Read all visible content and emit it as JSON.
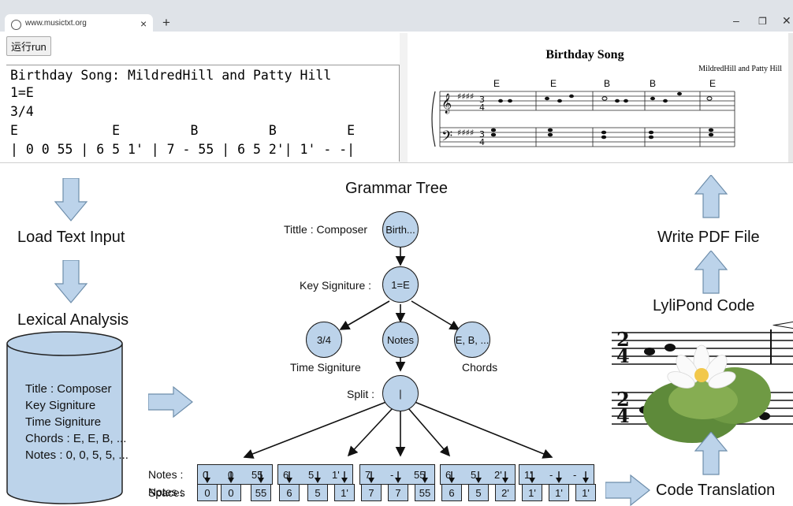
{
  "browser": {
    "tab_title": "www.musictxt.org",
    "tab_close": "×",
    "new_tab": "+",
    "win_min": "–",
    "win_max": "❐",
    "win_close": "✕",
    "run_button": "运行run"
  },
  "editor": {
    "lines": [
      "Birthday Song: MildredHill and Patty Hill",
      "1=E",
      "3/4",
      "E            E         B         B         E",
      "| 0 0 55 | 6 5 1' | 7 - 55 | 6 5 2'| 1' - -|"
    ]
  },
  "score": {
    "title": "Birthday Song",
    "composer": "MildredHill and Patty Hill",
    "chords": [
      "E",
      "E",
      "B",
      "B",
      "E"
    ]
  },
  "pipeline": {
    "load_text": "Load Text Input",
    "lexical": "Lexical Analysis",
    "write_pdf": "Write PDF File",
    "lilypond": "LyliPond Code",
    "code_translation": "Code Translation"
  },
  "database": {
    "lines": [
      "Title : Composer",
      "Key Signiture",
      "Time Signiture",
      "Chords : E, E, B, ...",
      "Notes : 0, 0, 5, 5, ..."
    ]
  },
  "tree": {
    "heading": "Grammar Tree",
    "title_label": "Tittle : Composer",
    "title_node": "Birth...",
    "key_label": "Key Signiture :",
    "key_node": "1=E",
    "time_node": "3/4",
    "time_label": "Time Signiture",
    "notes_node": "Notes",
    "chords_node": "E, B, ...",
    "chords_label": "Chords",
    "split_label": "Split :",
    "split_node": "|"
  },
  "rows": {
    "notes_label": "Notes :",
    "spaces_label": "Spaces",
    "notes2_label": "Notes :",
    "groups": [
      [
        "0",
        "0",
        "55"
      ],
      [
        "6",
        "5",
        "1'"
      ],
      [
        "7",
        "-",
        "55"
      ],
      [
        "6",
        "5",
        "2'"
      ],
      [
        "1'",
        "-",
        "-"
      ]
    ],
    "cells": [
      "0",
      "0",
      "55",
      "6",
      "5",
      "1'",
      "7",
      "7",
      "55",
      "6",
      "5",
      "2'",
      "1'",
      "1'",
      "1'"
    ]
  }
}
